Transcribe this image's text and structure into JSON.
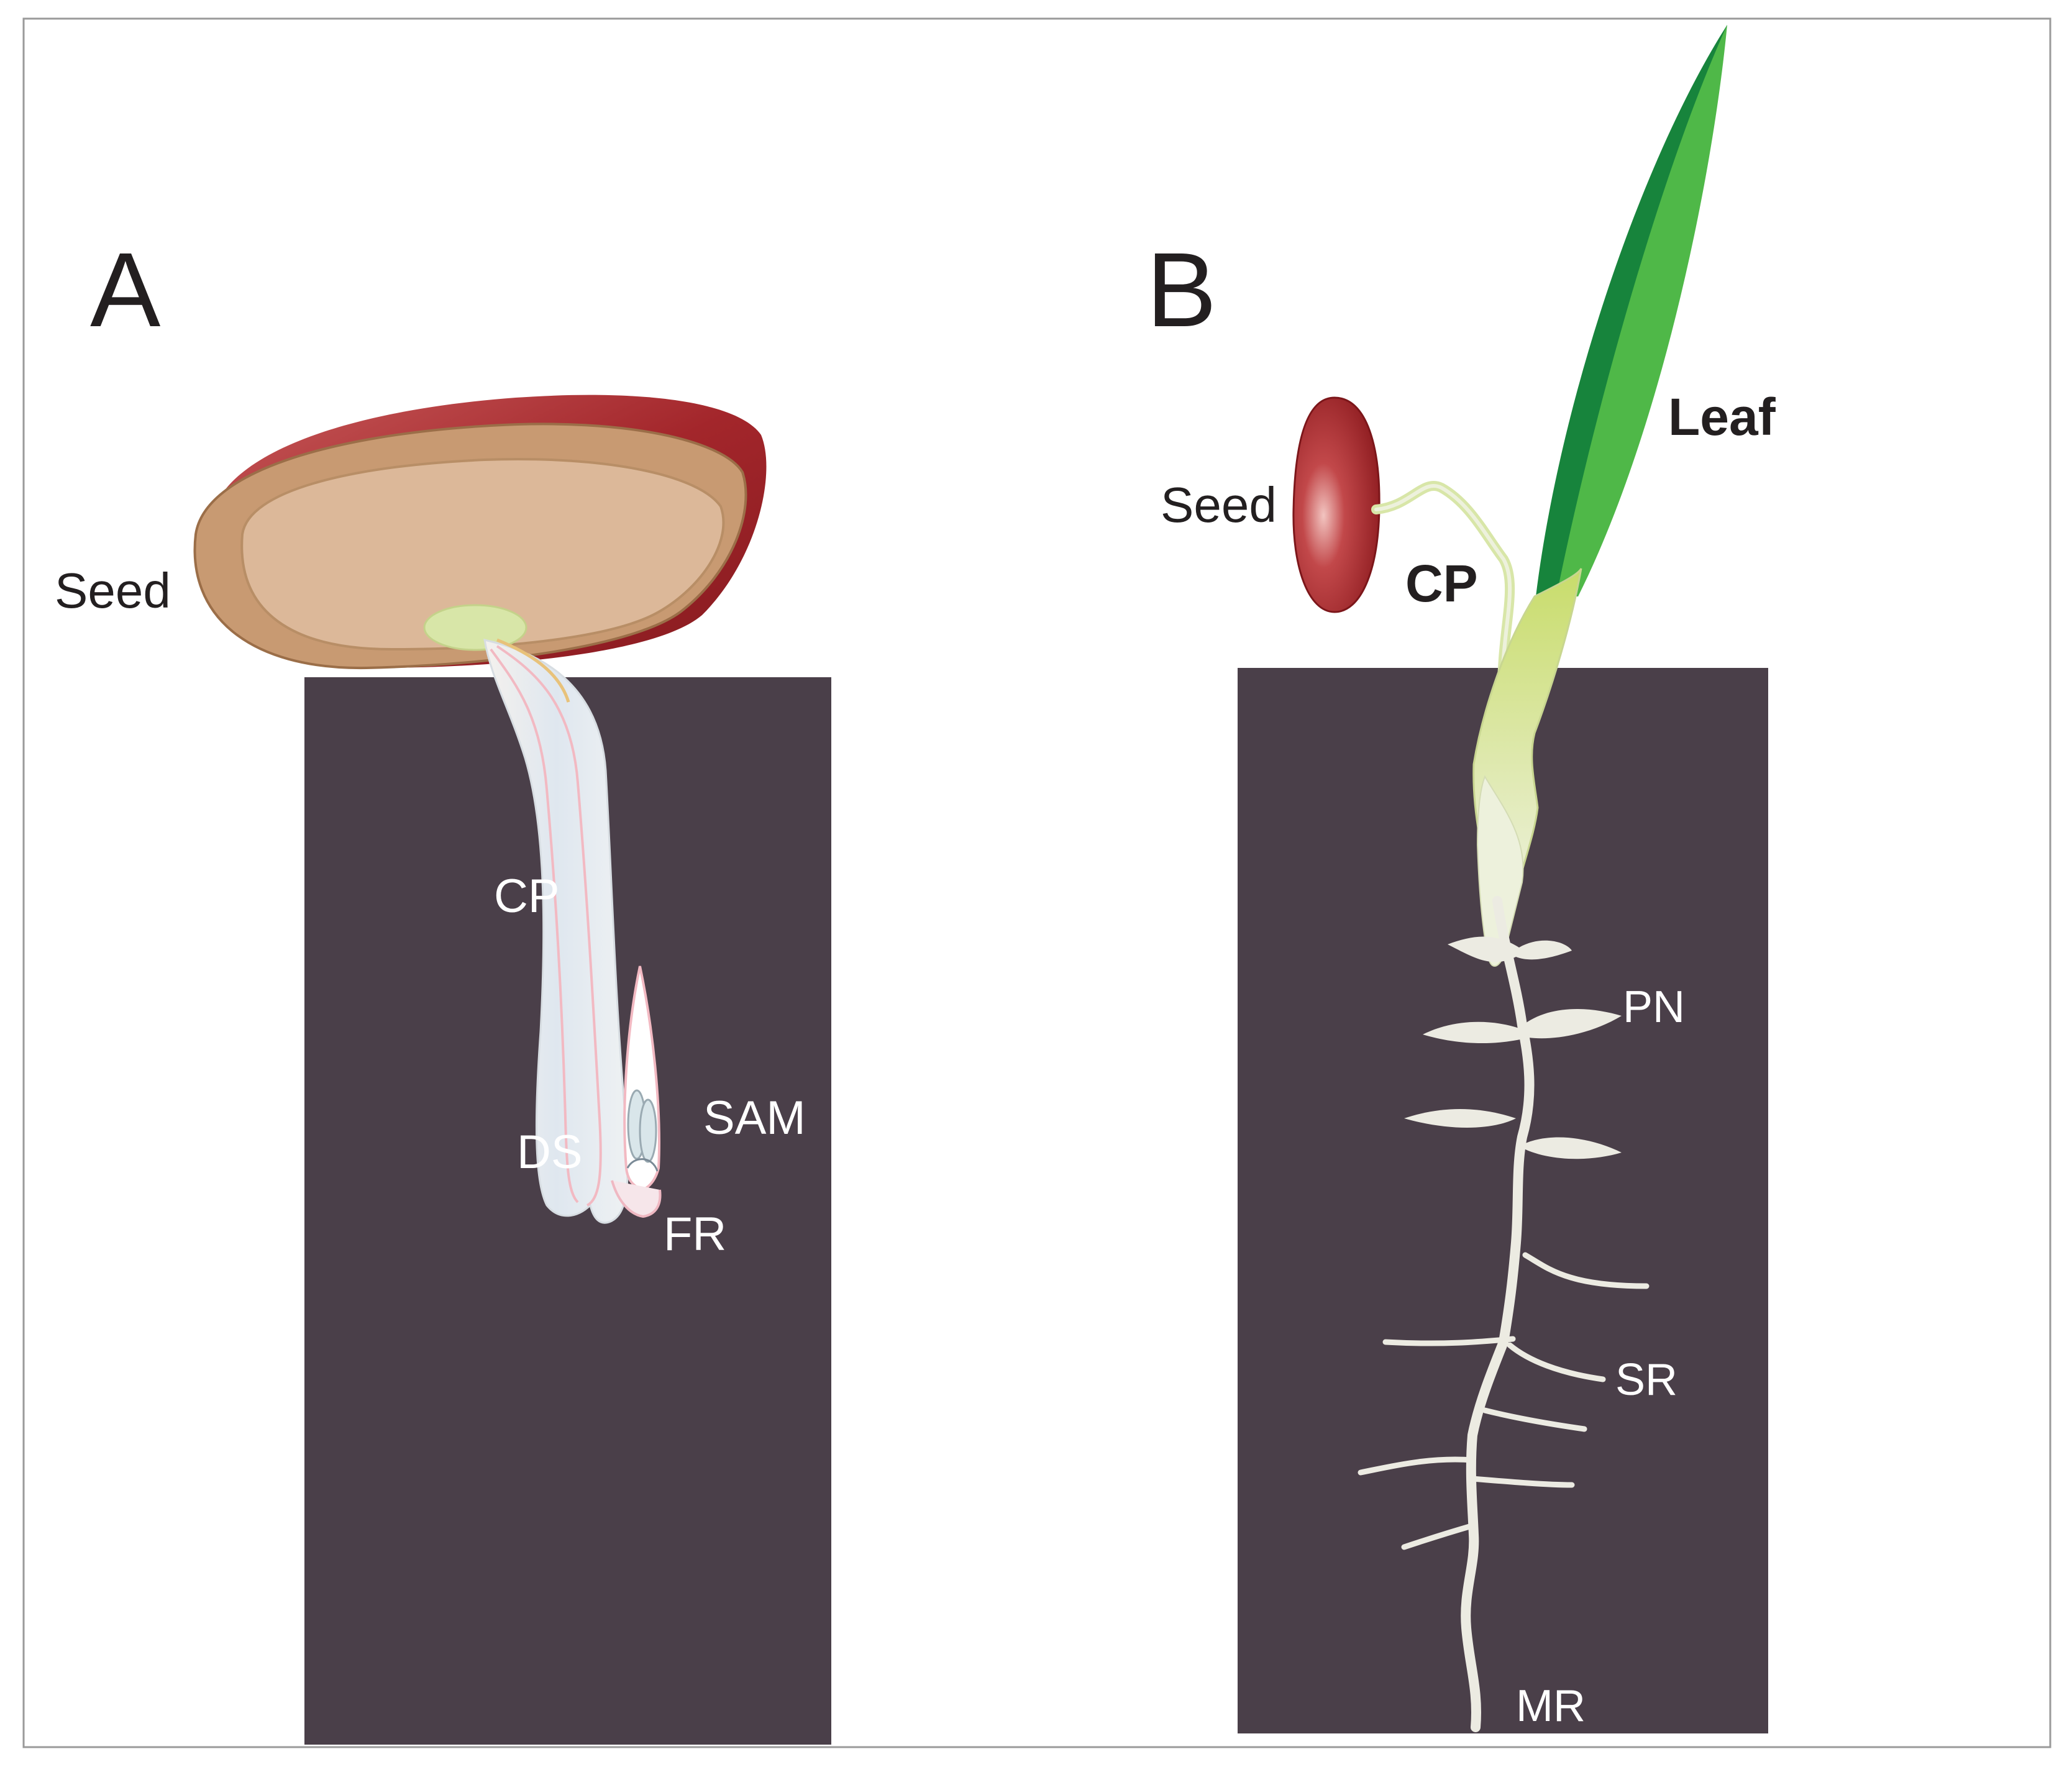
{
  "panel_a": {
    "panel_letter": "A",
    "labels": {
      "seed": "Seed",
      "cp": "CP",
      "sam": "SAM",
      "ds": "DS",
      "fr": "FR"
    }
  },
  "panel_b": {
    "panel_letter": "B",
    "labels": {
      "leaf": "Leaf",
      "seed": "Seed",
      "cp": "CP",
      "pn": "PN",
      "sr": "SR",
      "mr": "MR"
    }
  },
  "colors": {
    "soil": "#4a3f49",
    "seed_coat": "#9a2227",
    "seed_body": "#c89a72",
    "seed_inner": "#dcb899",
    "coleoptile": "#d8e6a8",
    "root": "#ecebe2",
    "leaf_dark": "#17843c",
    "leaf_light": "#4fb848",
    "text_dark": "#231f20",
    "text_light": "#ffffff"
  }
}
